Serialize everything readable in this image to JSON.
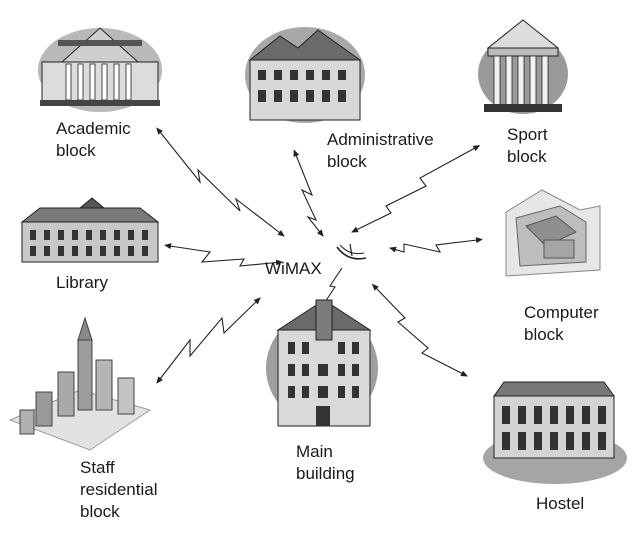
{
  "hub": {
    "name": "WiMAX",
    "icon": "antenna-icon"
  },
  "nodes": {
    "academic": {
      "lines": [
        "Academic",
        "block"
      ],
      "icon": "academic-building-icon"
    },
    "admin": {
      "lines": [
        "Administrative",
        "block"
      ],
      "icon": "administrative-building-icon"
    },
    "sport": {
      "lines": [
        "Sport",
        "block"
      ],
      "icon": "sport-building-icon"
    },
    "library": {
      "lines": [
        "Library"
      ],
      "icon": "library-building-icon"
    },
    "computer": {
      "lines": [
        "Computer",
        "block"
      ],
      "icon": "computer-block-icon"
    },
    "staff": {
      "lines": [
        "Staff",
        "residential",
        "block"
      ],
      "icon": "residential-towers-icon"
    },
    "main": {
      "lines": [
        "Main",
        "building"
      ],
      "icon": "main-building-icon"
    },
    "hostel": {
      "lines": [
        "Hostel"
      ],
      "icon": "hostel-building-icon"
    }
  },
  "link_icon": "wireless-link-icon"
}
